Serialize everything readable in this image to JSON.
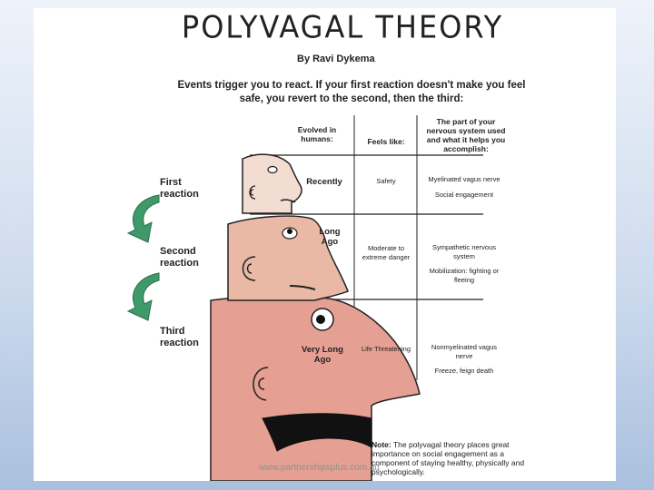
{
  "title": "POLYVAGAL THEORY",
  "author": "By Ravi Dykema",
  "intro": "Events trigger you to react. If your first reaction doesn't make you feel safe, you revert to the second, then the third:",
  "columns": {
    "evolved": "Evolved in humans:",
    "feels": "Feels like:",
    "system": "The part of your nervous system used and what it helps you accomplish:"
  },
  "reactions": [
    {
      "label": "First reaction",
      "evolved": "Recently",
      "feels": "Safety",
      "system": "Myelinated vagus nerve",
      "purpose": "Social engagement"
    },
    {
      "label": "Second reaction",
      "evolved": "Long Ago",
      "feels": "Moderate to extreme danger",
      "system": "Sympathetic nervous system",
      "purpose": "Mobilization: fighting or fleeing"
    },
    {
      "label": "Third reaction",
      "evolved": "Very Long Ago",
      "feels": "Life Threatening",
      "system": "Nonmyelinated vagus nerve",
      "purpose": "Freeze, feign death"
    }
  ],
  "note": {
    "label": "Note:",
    "text": "The polyvagal theory places great importance on social engagement as a component of staying healthy, physically and psychologically."
  },
  "watermark": "www.partnershipsplus.com.au",
  "colors": {
    "slide_background": "#ffffff",
    "head_top": "#f3ddd2",
    "head_middle": "#e9b9a6",
    "head_bottom": "#e59f90",
    "arrow": "#3f9a6a",
    "mouth": "#111111"
  }
}
